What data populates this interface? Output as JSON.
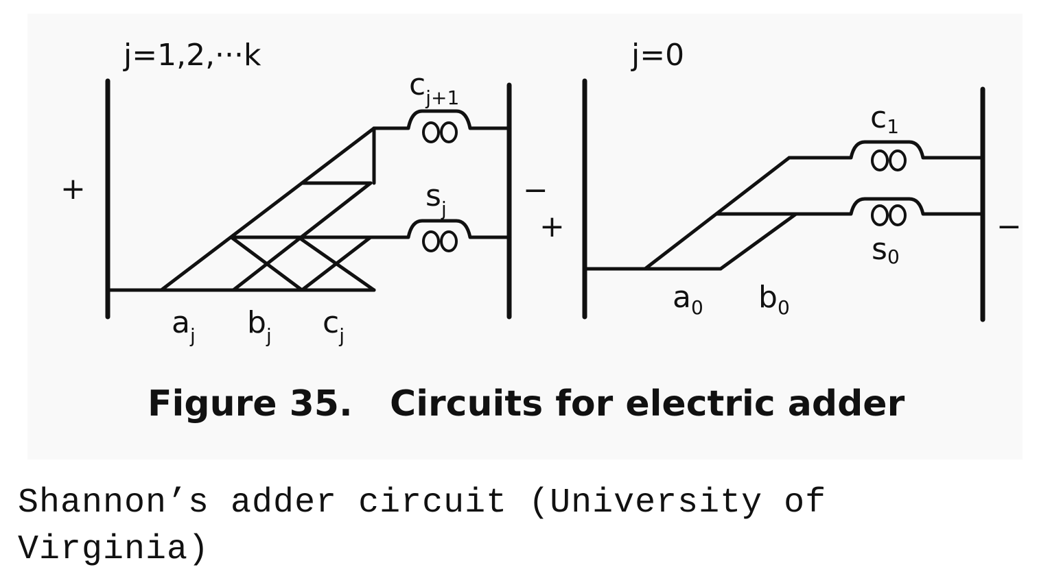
{
  "figure": {
    "left_circuit": {
      "index_label": "j=1,2,···k",
      "plus": "+",
      "minus": "−",
      "carry_out": {
        "base": "c",
        "sub": "j+1"
      },
      "sum_out": {
        "base": "s",
        "sub": "j"
      },
      "inputs": [
        {
          "base": "a",
          "sub": "j"
        },
        {
          "base": "b",
          "sub": "j"
        },
        {
          "base": "c",
          "sub": "j"
        }
      ]
    },
    "right_circuit": {
      "index_label": "j=0",
      "plus": "+",
      "minus": "−",
      "carry_out": {
        "base": "c",
        "sub": "1"
      },
      "sum_out": {
        "base": "s",
        "sub": "0"
      },
      "inputs": [
        {
          "base": "a",
          "sub": "0"
        },
        {
          "base": "b",
          "sub": "0"
        }
      ]
    },
    "title": "Figure 35.   Circuits for electric adder"
  },
  "caption": "Shannon’s adder circuit (University of Virginia)"
}
